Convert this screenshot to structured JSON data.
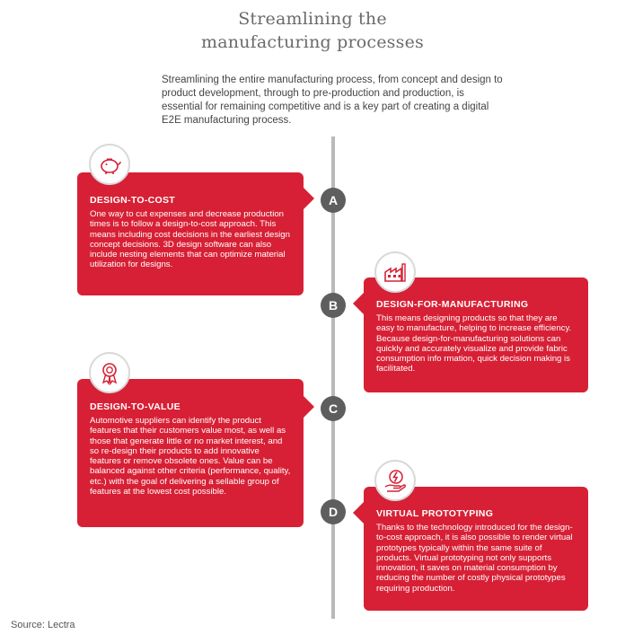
{
  "title_line1": "Streamlining the",
  "title_line2": "manufacturing processes",
  "intro": "Streamlining the entire manufacturing process, from concept and design to product development, through to pre-production and production, is essential for remaining competitive and is a key part of creating a digital E2E manufacturing process.",
  "steps": [
    {
      "marker": "A",
      "icon": "piggy-bank-icon",
      "title": "DESIGN-TO-COST",
      "body": "One way to cut expenses and decrease production times is to follow a design-to-cost approach. This means including cost decisions in the earliest design concept decisions. 3D design software can also include nesting elements that can optimize material utilization for designs."
    },
    {
      "marker": "B",
      "icon": "factory-icon",
      "title": "DESIGN-FOR-MANUFACTURING",
      "body": "This means designing products so that they are easy to manufacture, helping to increase efficiency. Because design-for-manufacturing solutions can quickly and accurately visualize and provide fabric consumption info rmation, quick decision making is facilitated."
    },
    {
      "marker": "C",
      "icon": "award-ribbon-icon",
      "title": "DESIGN-TO-VALUE",
      "body": "Automotive suppliers can identify the product features that their customers value most, as well as those that generate little or no market interest, and so re-design their products to add innovative features or remove obsolete ones. Value can be balanced against other criteria (performance, quality, etc.) with the goal of delivering a sellable group of features at the lowest cost possible."
    },
    {
      "marker": "D",
      "icon": "hand-lightning-icon",
      "title": "VIRTUAL PROTOTYPING",
      "body": "Thanks to the technology introduced for the design-to-cost approach, it is also possible to render virtual prototypes typically within the same suite of products. Virtual prototyping not only supports innovation, it saves on material consumption by reducing the number of costly physical prototypes requiring production."
    }
  ],
  "source": "Source: Lectra",
  "colors": {
    "card": "#d72035",
    "marker": "#5e5e5e",
    "line": "#b9b9b9"
  }
}
